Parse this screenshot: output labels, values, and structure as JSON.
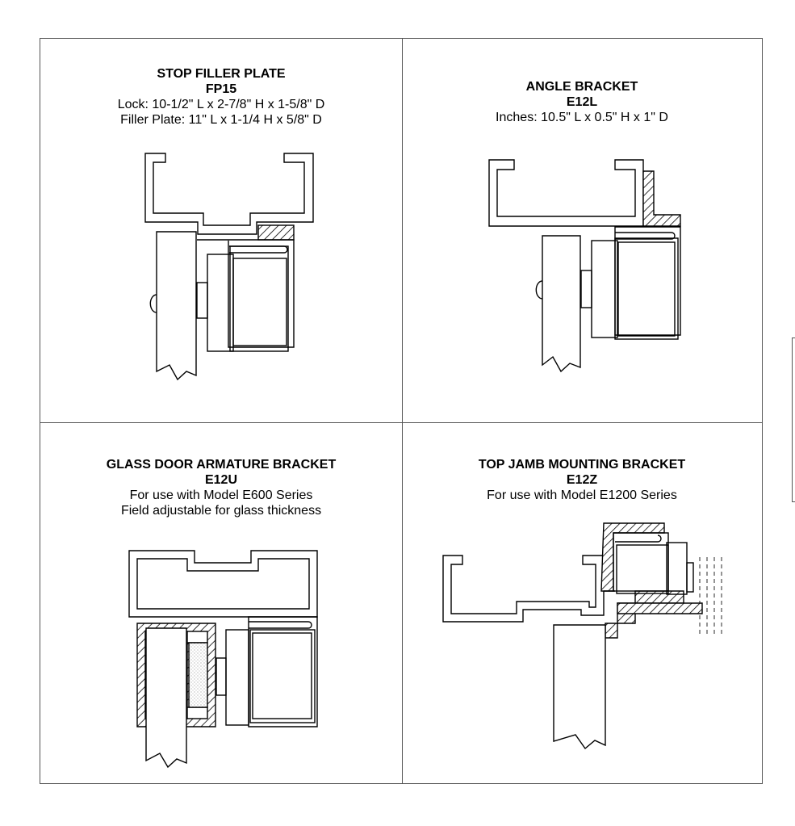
{
  "cells": {
    "stop_filler": {
      "title": "STOP FILLER PLATE",
      "model": "FP15",
      "line1": "Lock: 10-1/2\" L x 2-7/8\" H x 1-5/8\" D",
      "line2": "Filler Plate: 11\" L x 1-1/4 H x 5/8\" D"
    },
    "angle_bracket": {
      "title": "ANGLE BRACKET",
      "model": "E12L",
      "line1": "Inches: 10.5\" L x 0.5\" H x 1\" D"
    },
    "glass_door": {
      "title": "GLASS DOOR ARMATURE BRACKET",
      "model": "E12U",
      "line1": "For use with Model E600 Series",
      "line2": "Field adjustable for glass thickness"
    },
    "top_jamb": {
      "title": "TOP JAMB MOUNTING BRACKET",
      "model": "E12Z",
      "line1": "For use with Model E1200 Series"
    }
  }
}
